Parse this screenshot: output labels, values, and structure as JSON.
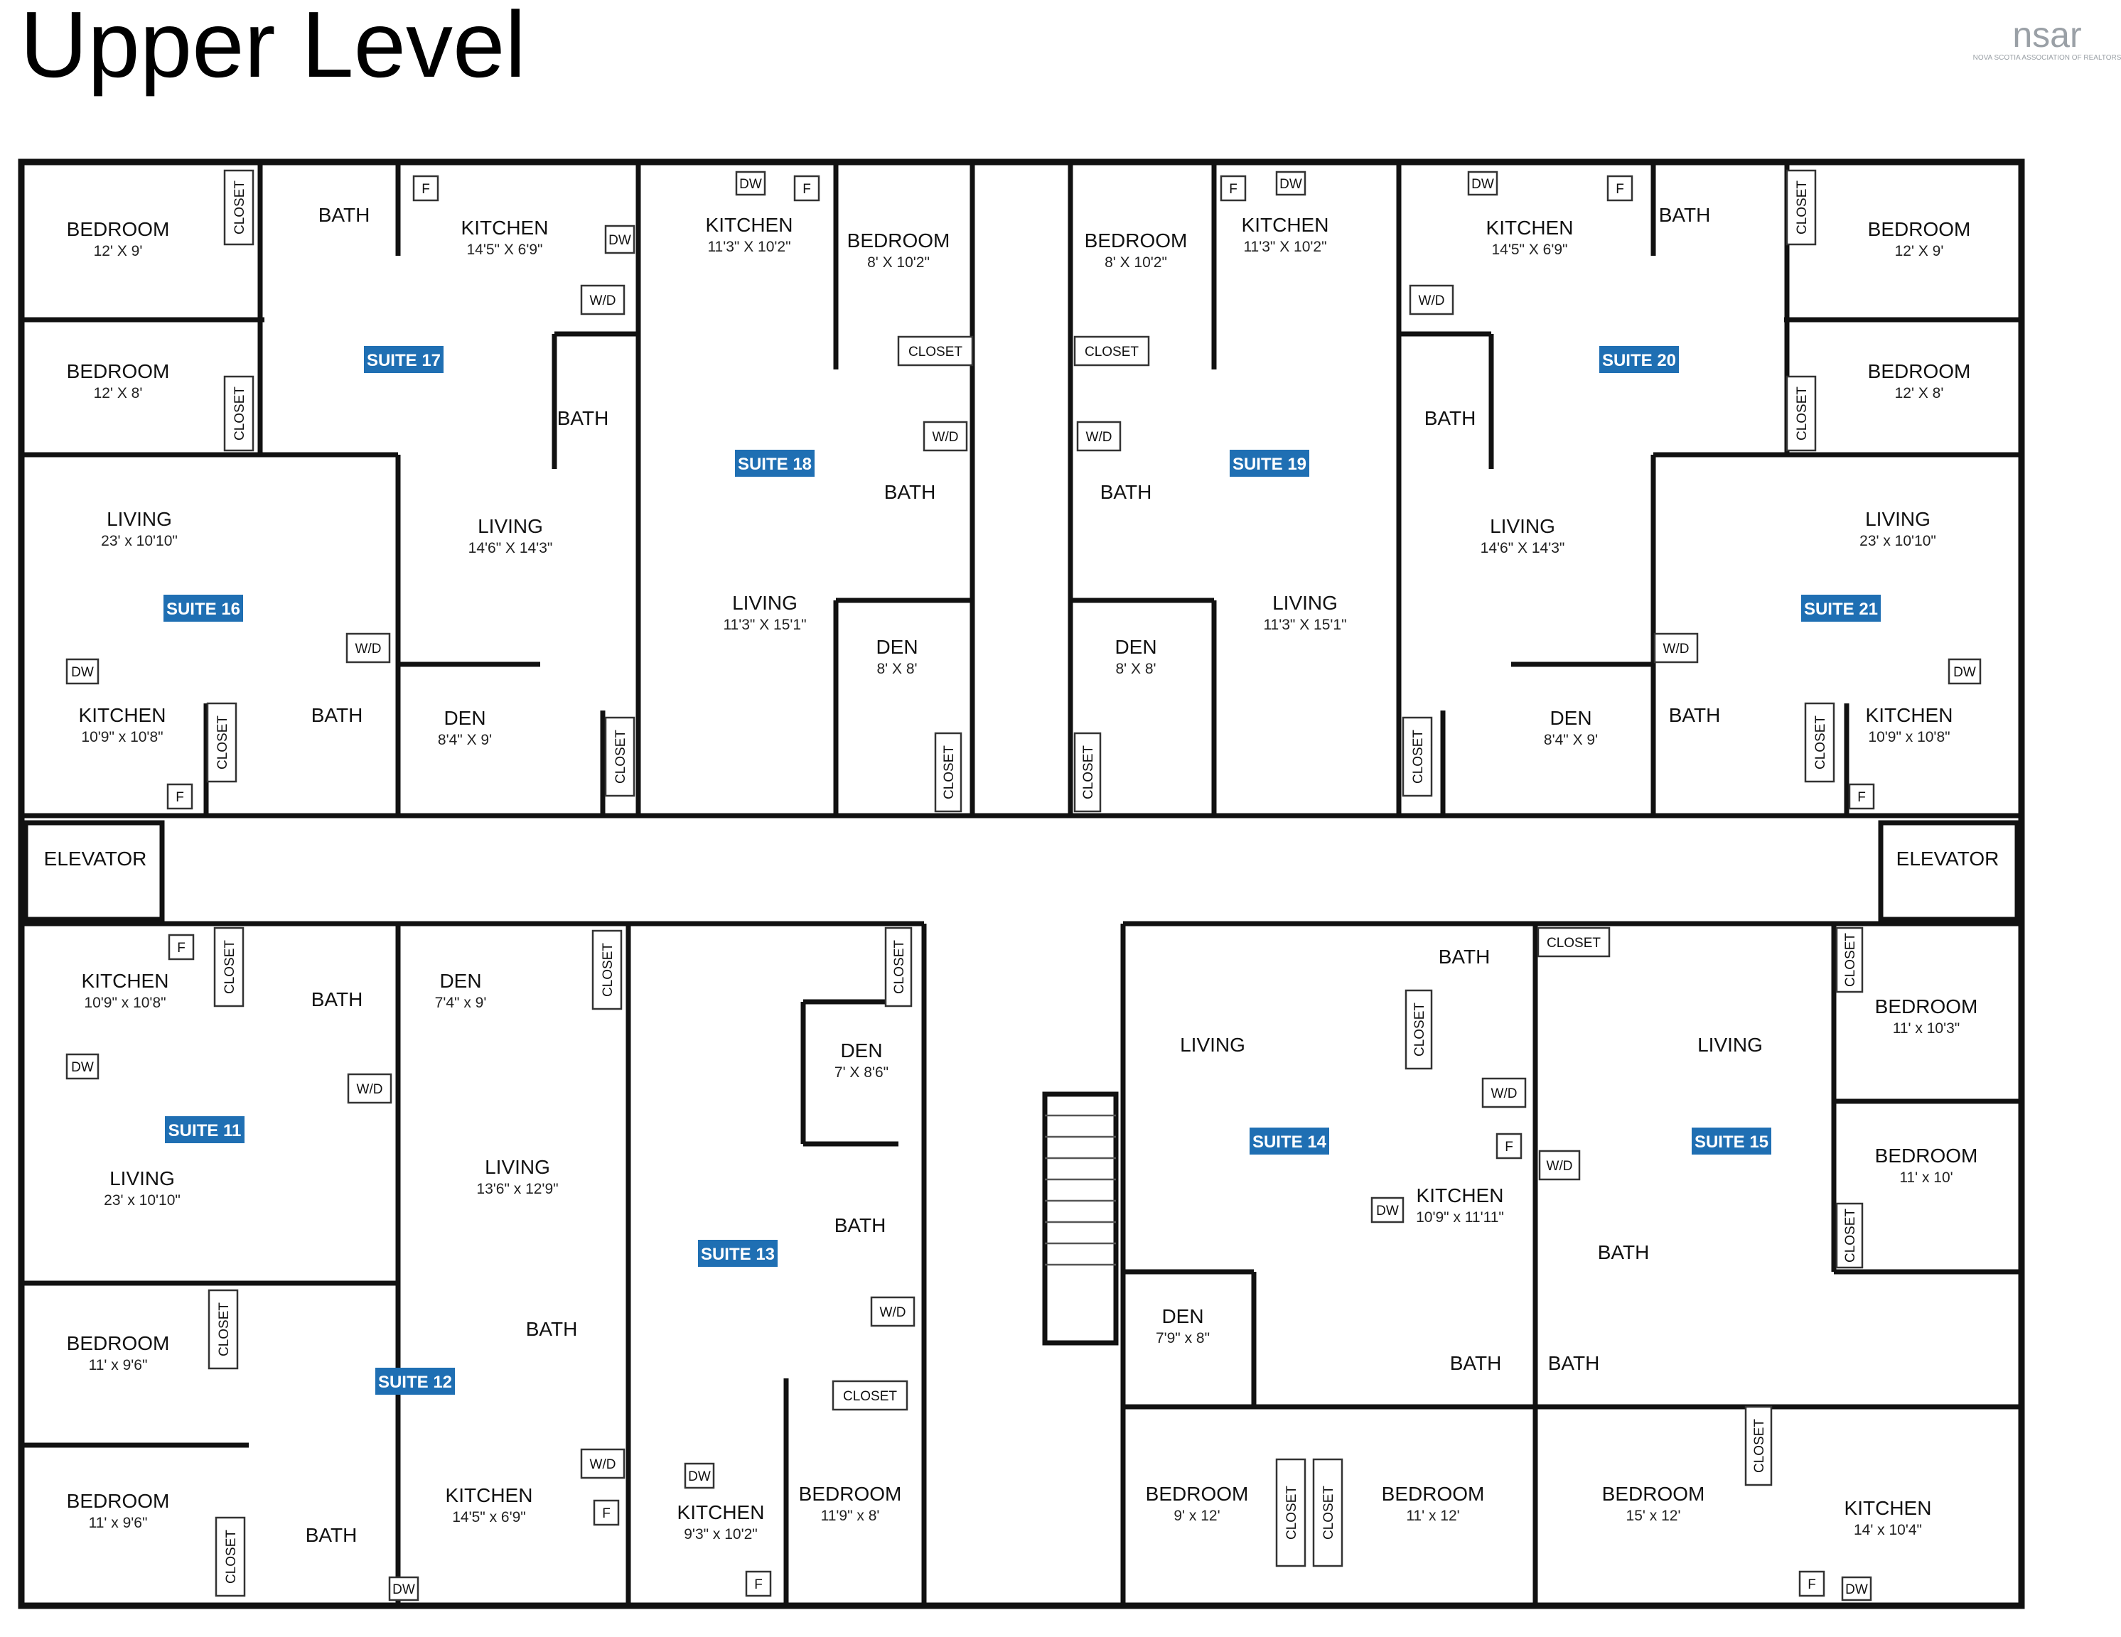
{
  "title": "Upper Level",
  "logo": {
    "mark": "nsar",
    "sub": "NOVA SCOTIA ASSOCIATION OF REALTORS"
  },
  "suites": [
    "SUITE 17",
    "SUITE 18",
    "SUITE 19",
    "SUITE 20",
    "SUITE 16",
    "SUITE 21",
    "SUITE 11",
    "SUITE 12",
    "SUITE 13",
    "SUITE 14",
    "SUITE 15"
  ],
  "rooms": [
    {
      "name": "BEDROOM",
      "dim": "12' X 9'"
    },
    {
      "name": "BEDROOM",
      "dim": "12' X 8'"
    },
    {
      "name": "BATH",
      "dim": ""
    },
    {
      "name": "KITCHEN",
      "dim": "14'5\" X 6'9\""
    },
    {
      "name": "LIVING",
      "dim": "14'6\" X 14'3\""
    },
    {
      "name": "BATH",
      "dim": ""
    },
    {
      "name": "LIVING",
      "dim": "23' x 10'10\""
    },
    {
      "name": "KITCHEN",
      "dim": "10'9\" x 10'8\""
    },
    {
      "name": "BATH",
      "dim": ""
    },
    {
      "name": "DEN",
      "dim": "8'4\" X 9'"
    },
    {
      "name": "KITCHEN",
      "dim": "11'3\" X 10'2\""
    },
    {
      "name": "BEDROOM",
      "dim": "8' X 10'2\""
    },
    {
      "name": "BATH",
      "dim": ""
    },
    {
      "name": "LIVING",
      "dim": "11'3\" X 15'1\""
    },
    {
      "name": "DEN",
      "dim": "8' X 8'"
    },
    {
      "name": "BEDROOM",
      "dim": "8' X 10'2\""
    },
    {
      "name": "KITCHEN",
      "dim": "11'3\" X 10'2\""
    },
    {
      "name": "BATH",
      "dim": ""
    },
    {
      "name": "LIVING",
      "dim": "11'3\" X 15'1\""
    },
    {
      "name": "DEN",
      "dim": "8' X 8'"
    },
    {
      "name": "KITCHEN",
      "dim": "14'5\" X 6'9\""
    },
    {
      "name": "BATH",
      "dim": ""
    },
    {
      "name": "BEDROOM",
      "dim": "12' X 9'"
    },
    {
      "name": "BEDROOM",
      "dim": "12' X 8'"
    },
    {
      "name": "BATH",
      "dim": ""
    },
    {
      "name": "LIVING",
      "dim": "14'6\" X 14'3\""
    },
    {
      "name": "LIVING",
      "dim": "23' x 10'10\""
    },
    {
      "name": "DEN",
      "dim": "8'4\" X 9'"
    },
    {
      "name": "BATH",
      "dim": ""
    },
    {
      "name": "KITCHEN",
      "dim": "10'9\" x 10'8\""
    },
    {
      "name": "ELEVATOR",
      "dim": ""
    },
    {
      "name": "ELEVATOR",
      "dim": ""
    },
    {
      "name": "KITCHEN",
      "dim": "10'9\" x 10'8\""
    },
    {
      "name": "BATH",
      "dim": ""
    },
    {
      "name": "DEN",
      "dim": "7'4\" x 9'"
    },
    {
      "name": "LIVING",
      "dim": "23' x 10'10\""
    },
    {
      "name": "LIVING",
      "dim": "13'6\" x 12'9\""
    },
    {
      "name": "BEDROOM",
      "dim": "11' x 9'6\""
    },
    {
      "name": "BATH",
      "dim": ""
    },
    {
      "name": "BEDROOM",
      "dim": "11' x 9'6\""
    },
    {
      "name": "BATH",
      "dim": ""
    },
    {
      "name": "KITCHEN",
      "dim": "14'5\" x 6'9\""
    },
    {
      "name": "DEN",
      "dim": "7' X 8'6\""
    },
    {
      "name": "BATH",
      "dim": ""
    },
    {
      "name": "BEDROOM",
      "dim": "11'9\" x 8'"
    },
    {
      "name": "KITCHEN",
      "dim": "9'3\" x 10'2\""
    },
    {
      "name": "LIVING",
      "dim": ""
    },
    {
      "name": "BATH",
      "dim": ""
    },
    {
      "name": "KITCHEN",
      "dim": "10'9\" x 11'11\""
    },
    {
      "name": "DEN",
      "dim": "7'9\" x 8\""
    },
    {
      "name": "BEDROOM",
      "dim": "9' x 12'"
    },
    {
      "name": "BATH",
      "dim": ""
    },
    {
      "name": "BEDROOM",
      "dim": "11' x 12'"
    },
    {
      "name": "LIVING",
      "dim": ""
    },
    {
      "name": "BEDROOM",
      "dim": "11' x 10'3\""
    },
    {
      "name": "BEDROOM",
      "dim": "11' x 10'"
    },
    {
      "name": "BATH",
      "dim": ""
    },
    {
      "name": "BATH",
      "dim": ""
    },
    {
      "name": "BEDROOM",
      "dim": "15' x 12'"
    },
    {
      "name": "KITCHEN",
      "dim": "14' x 10'4\""
    }
  ],
  "fixture_labels": {
    "closet": "CLOSET",
    "washer_dryer": "W/D",
    "dishwasher": "DW",
    "fridge": "F"
  },
  "colors": {
    "suite_badge": "#1f6fb3",
    "wall": "#111111",
    "background": "#ffffff"
  }
}
